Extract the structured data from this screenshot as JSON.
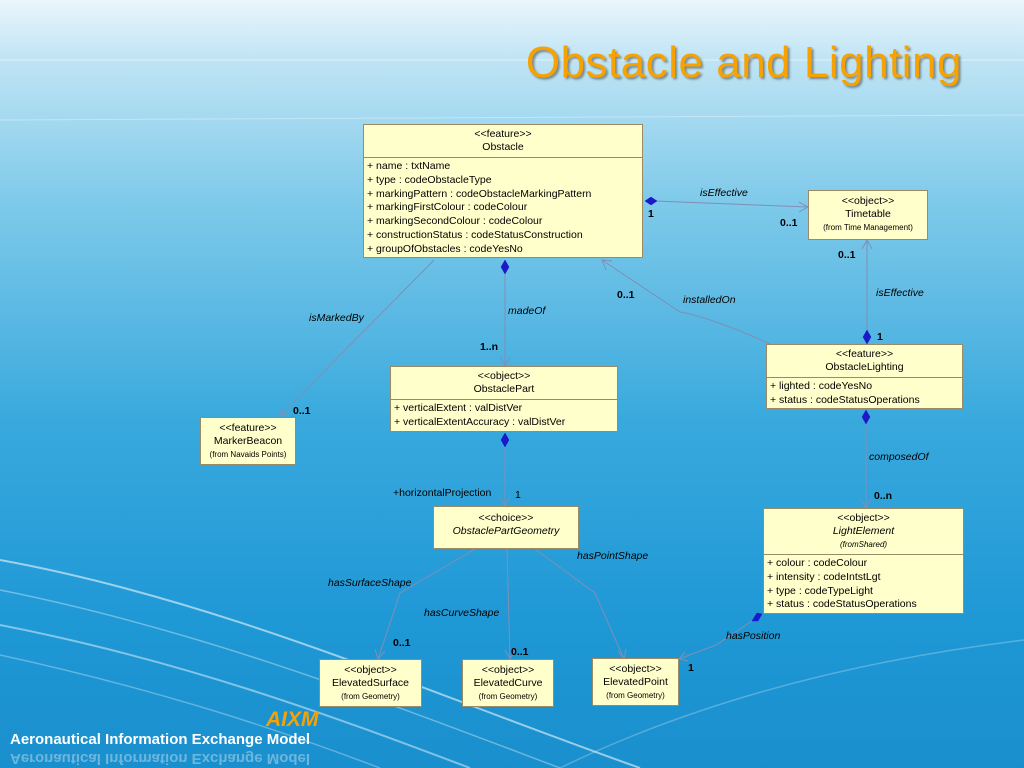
{
  "title": "Obstacle and Lighting",
  "brand": {
    "acronym": "AIXM",
    "full_name": "Aeronautical Information Exchange Model"
  },
  "colors": {
    "title": "#f7a200",
    "box_fill": "#ffffcc",
    "connector": "#7f8fb5",
    "diamond": "#1a1ac8"
  },
  "classes": {
    "obstacle": {
      "stereotype": "<<feature>>",
      "name": "Obstacle",
      "attributes": [
        "+ name : txtName",
        "+ type : codeObstacleType",
        "+ markingPattern : codeObstacleMarkingPattern",
        "+ markingFirstColour : codeColour",
        "+ markingSecondColour : codeColour",
        "+ constructionStatus : codeStatusConstruction",
        "+ groupOfObstacles : codeYesNo"
      ]
    },
    "timetable": {
      "stereotype": "<<object>>",
      "name": "Timetable",
      "from": "(from Time Management)"
    },
    "obstacle_part": {
      "stereotype": "<<object>>",
      "name": "ObstaclePart",
      "attributes": [
        "+ verticalExtent : valDistVer",
        "+ verticalExtentAccuracy : valDistVer"
      ]
    },
    "obstacle_lighting": {
      "stereotype": "<<feature>>",
      "name": "ObstacleLighting",
      "attributes": [
        "+ lighted : codeYesNo",
        "+ status : codeStatusOperations"
      ]
    },
    "marker_beacon": {
      "stereotype": "<<feature>>",
      "name": "MarkerBeacon",
      "from": "(from Navaids Points)"
    },
    "obstacle_part_geometry": {
      "stereotype": "<<choice>>",
      "name": "ObstaclePartGeometry"
    },
    "light_element": {
      "stereotype": "<<object>>",
      "name": "LightElement",
      "from": "(fromShared)",
      "attributes": [
        "+ colour : codeColour",
        "+ intensity : codeIntstLgt",
        "+ type : codeTypeLight",
        "+ status : codeStatusOperations"
      ]
    },
    "elevated_surface": {
      "stereotype": "<<object>>",
      "name": "ElevatedSurface",
      "from": "(from Geometry)"
    },
    "elevated_curve": {
      "stereotype": "<<object>>",
      "name": "ElevatedCurve",
      "from": "(from Geometry)"
    },
    "elevated_point": {
      "stereotype": "<<object>>",
      "name": "ElevatedPoint",
      "from": "(from Geometry)"
    }
  },
  "associations": {
    "obstacle_timetable": {
      "label": "isEffective",
      "source_mult": "1",
      "target_mult": "0..1"
    },
    "lighting_timetable": {
      "label": "isEffective",
      "source_mult": "1",
      "target_mult": "0..1"
    },
    "lighting_obstacle": {
      "label": "installedOn",
      "target_mult": "0..1"
    },
    "obstacle_marker": {
      "label": "isMarkedBy",
      "target_mult": "0..1"
    },
    "obstacle_part": {
      "label": "madeOf",
      "target_mult": "1..n"
    },
    "part_geometry": {
      "label": "+horizontalProjection",
      "target_mult": "1"
    },
    "lighting_element": {
      "label": "composedOf",
      "target_mult": "0..n"
    },
    "geometry_surface": {
      "label": "hasSurfaceShape",
      "target_mult": "0..1"
    },
    "geometry_curve": {
      "label": "hasCurveShape",
      "target_mult": "0..1"
    },
    "geometry_point": {
      "label": "hasPointShape"
    },
    "element_point": {
      "label": "hasPosition",
      "target_mult": "1"
    }
  }
}
